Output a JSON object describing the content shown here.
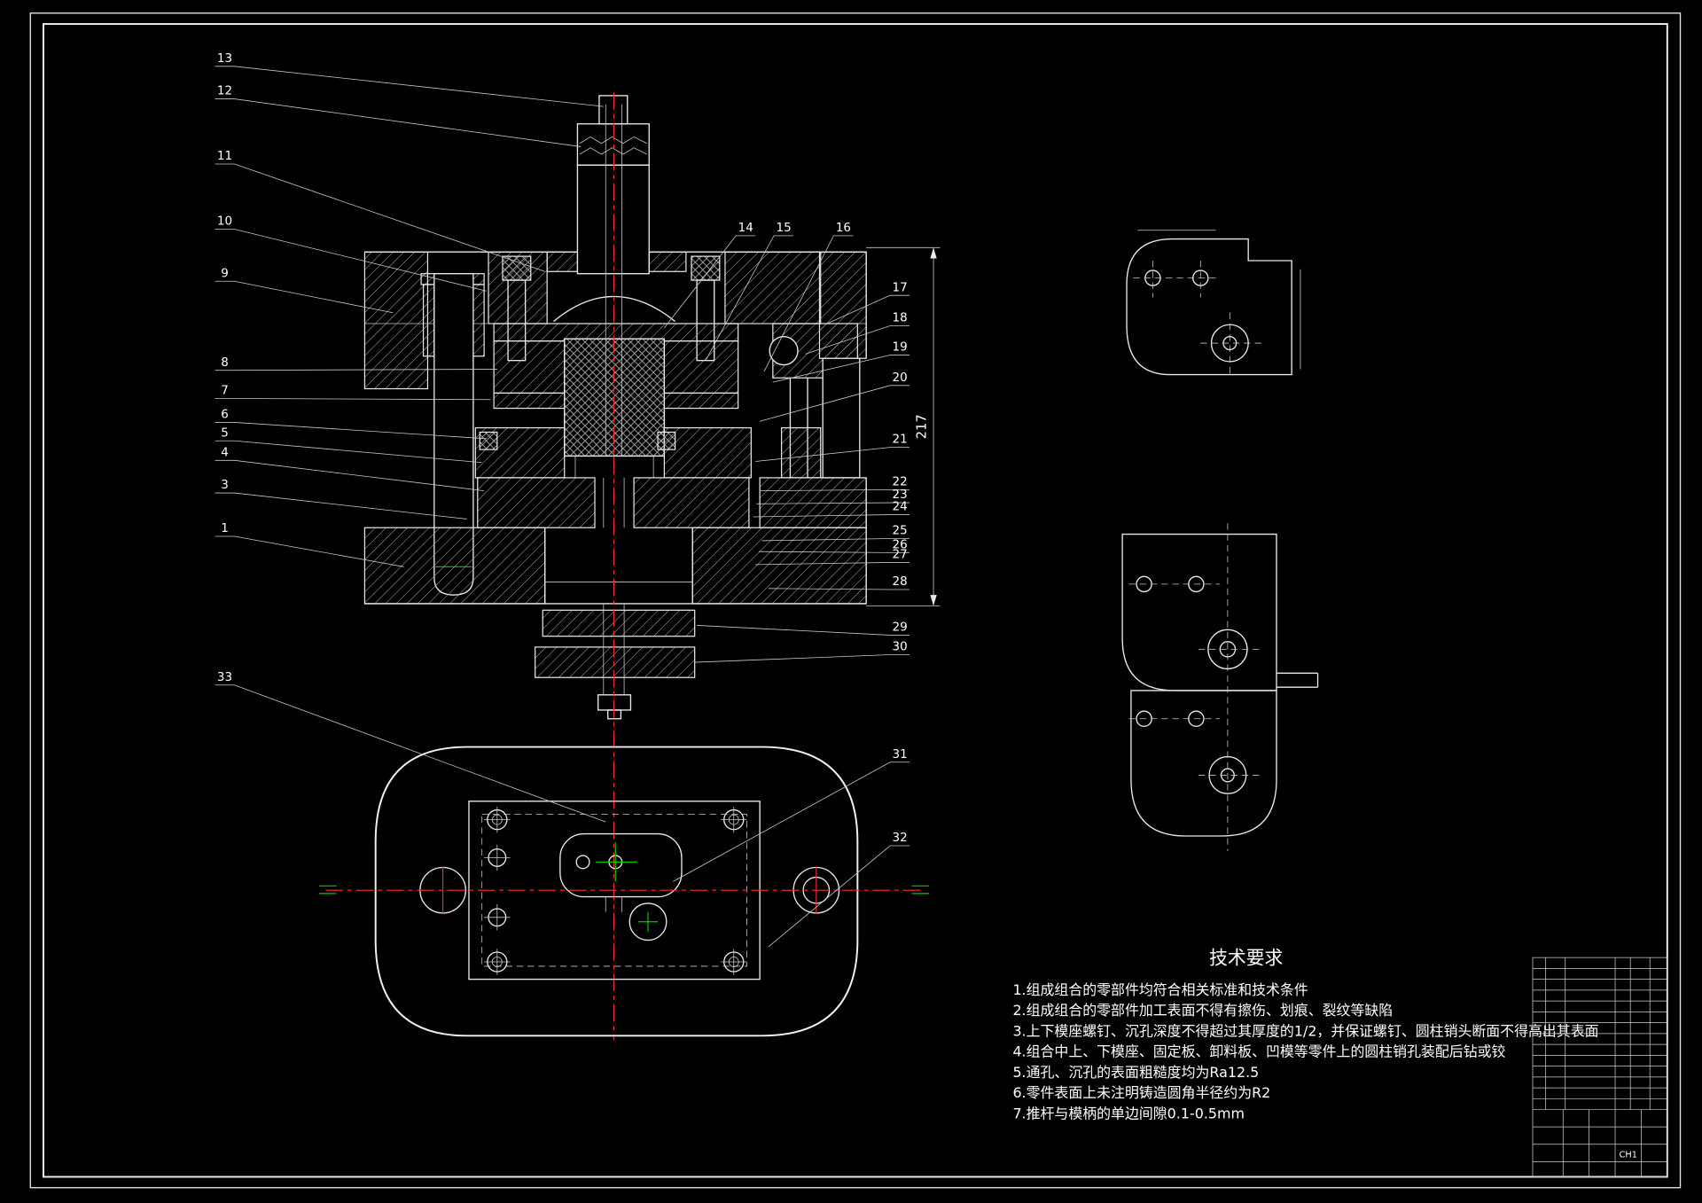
{
  "colors": {
    "background": "#000000",
    "line": "#e8e8e8",
    "centerline": "#ff2a2a",
    "auxiliary": "#00c800"
  },
  "callouts": {
    "left": [
      "13",
      "12",
      "11",
      "10",
      "9",
      "8",
      "7",
      "6",
      "5",
      "4",
      "3",
      "1"
    ],
    "bottom_left": [
      "33"
    ],
    "top": [
      "14",
      "15",
      "16"
    ],
    "right": [
      "17",
      "18",
      "19",
      "20",
      "21",
      "22",
      "23",
      "24",
      "25",
      "26",
      "27",
      "28",
      "29",
      "30"
    ],
    "plan": [
      "31",
      "32"
    ]
  },
  "dimensions": {
    "section_height": "217"
  },
  "tech_requirements": {
    "title": "技术要求",
    "items": [
      "1.组成组合的零部件均符合相关标准和技术条件",
      "2.组成组合的零部件加工表面不得有擦伤、划痕、裂纹等缺陷",
      "3.上下模座螺钉、沉孔深度不得超过其厚度的1/2，并保证螺钉、圆柱销头断面不得高出其表面",
      "4.组合中上、下模座、固定板、卸料板、凹模等零件上的圆柱销孔装配后钻或铰",
      "5.通孔、沉孔的表面粗糙度均为Ra12.5",
      "6.零件表面上未注明铸造圆角半径约为R2",
      "7.推杆与模柄的单边间隙0.1-0.5mm"
    ]
  },
  "title_block": {
    "code": "CH1"
  }
}
